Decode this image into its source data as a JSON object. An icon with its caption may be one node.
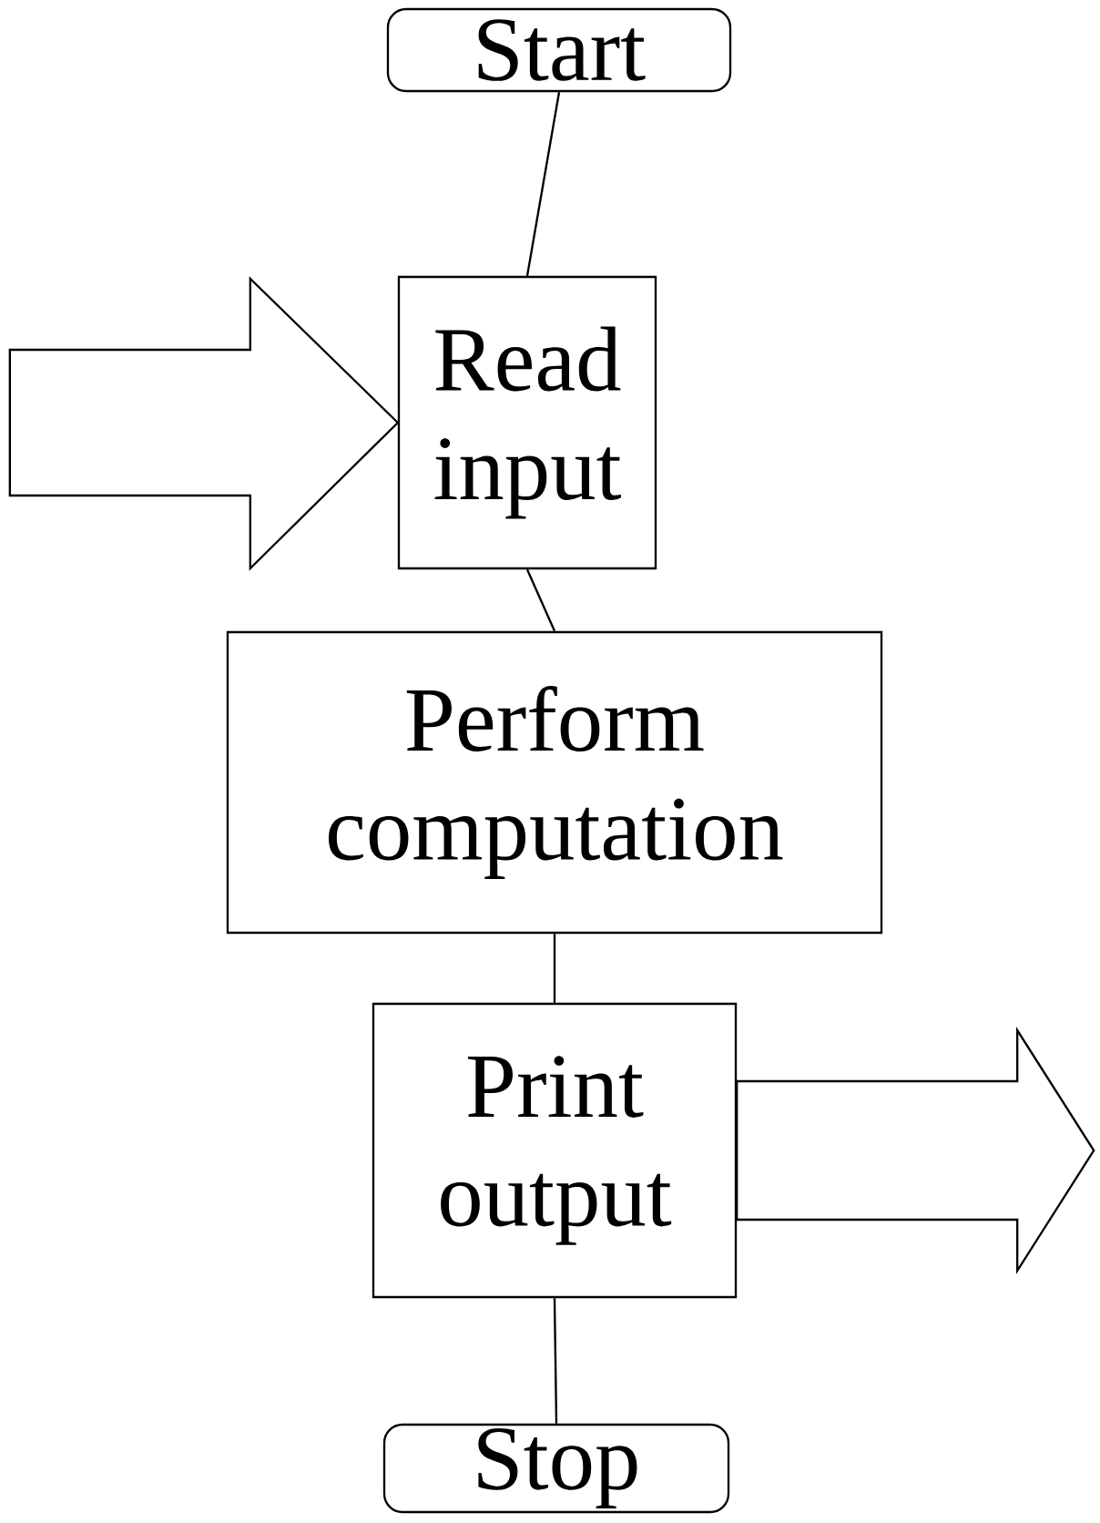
{
  "diagram": {
    "nodes": [
      {
        "text": [
          "Start"
        ]
      },
      {
        "text": [
          "Read input"
        ]
      },
      {
        "text": [
          "Perform computation"
        ]
      },
      {
        "text": [
          "Print output"
        ]
      },
      {
        "text": [
          "Stop"
        ]
      }
    ],
    "edges": [
      {
        "from": 0,
        "to": 1,
        "arrow": "none"
      },
      {
        "from": null,
        "to": 1,
        "arrow": "to"
      },
      {
        "from": 1,
        "to": 2,
        "arrow": "none"
      },
      {
        "from": 2,
        "to": 3,
        "arrow": "none"
      },
      {
        "from": 3,
        "to": null,
        "arrow": "to"
      },
      {
        "from": 3,
        "to": 4,
        "arrow": "none"
      }
    ]
  }
}
